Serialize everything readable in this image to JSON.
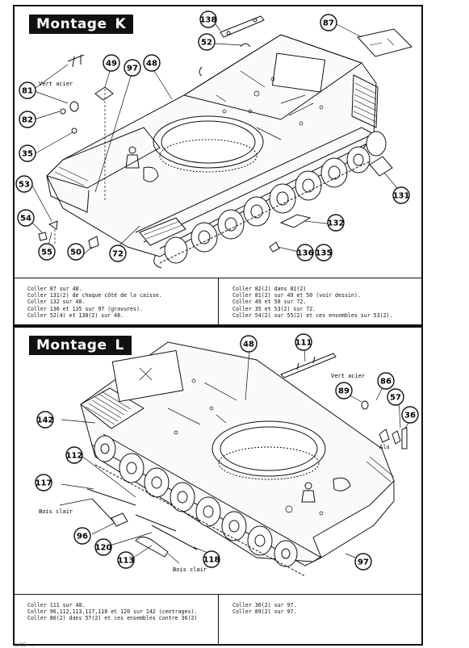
{
  "panels": {
    "k": {
      "title_word": "Montage",
      "title_letter": "K",
      "callouts": [
        "138",
        "87",
        "52",
        "49",
        "97",
        "48",
        "81",
        "82",
        "35",
        "53",
        "54",
        "55",
        "50",
        "72",
        "131",
        "132",
        "136",
        "135"
      ],
      "material_label": "Vert acier",
      "notes_left": [
        "Coller 87 sur 48.",
        "Coller 131(2) de chaque côté de la caisse.",
        "Coller 132 sur  48.",
        "Coller 136 et 135 sur 97 (gravures).",
        "Coller 52(4) et 138(2) sur 48."
      ],
      "notes_right": [
        "Coller 82(2) dans 81(2)",
        "Coller 81(2) sur 49 et 50 (voir dessin).",
        "Coller 49 et 50 sur 72.",
        "Coller 35 et 53(2) sur 72.",
        "Coller 54(2) sur 55(2) et ces ensembles sur 53(2)."
      ]
    },
    "l": {
      "title_word": "Montage",
      "title_letter": "L",
      "callouts": [
        "48",
        "111",
        "86",
        "89",
        "57",
        "36",
        "142",
        "112",
        "117",
        "96",
        "120",
        "113",
        "118",
        "97"
      ],
      "material_label_1": "Vert acier",
      "material_label_2": "Alu",
      "material_label_3": "Bois clair",
      "material_label_4": "Bois clair",
      "notes_left": [
        "Coller 111 sur 48.",
        "Coller 96,112,113,117,118 et 120 sur 142 (centrages).",
        "Coller 86(2) dans 57(2) et ces ensembles contre 36(2)"
      ],
      "notes_right": [
        "Coller 36(2) sur 97.",
        "Coller 89(2) sur 97."
      ]
    }
  },
  "footer_text": "1/35 ..."
}
